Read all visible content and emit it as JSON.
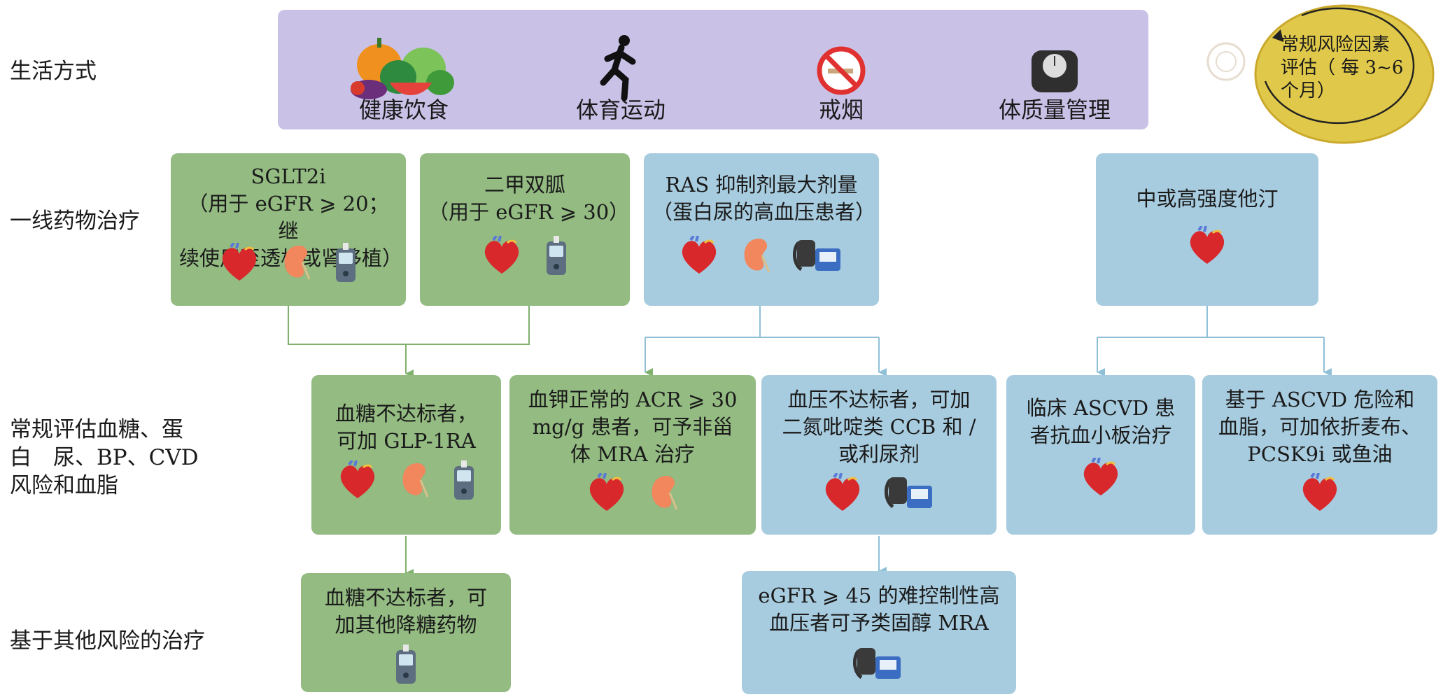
{
  "row_labels": {
    "lifestyle": "生活方式",
    "first_line": "一线药物治疗",
    "routine": "常规评估血糖、蛋\n白　尿、BP、CVD\n风险和血脂",
    "other": "基于其他风险的治疗"
  },
  "lifestyle": {
    "items": [
      {
        "label": "健康饮食",
        "icon": "vegetables-icon"
      },
      {
        "label": "体育运动",
        "icon": "running-icon"
      },
      {
        "label": "戒烟",
        "icon": "no-smoking-icon"
      },
      {
        "label": "体质量管理",
        "icon": "scale-icon"
      }
    ]
  },
  "assessment": {
    "text": "常规风险因素\n评估（ 每 3~6\n个月）"
  },
  "boxes": {
    "sglt2": {
      "text": "SGLT2i\n（用于 eGFR ⩾ 20；继\n续使用至透析或肾移植）",
      "icons": [
        "heart-icon",
        "kidney-icon",
        "glucometer-icon"
      ]
    },
    "metformin": {
      "text": "二甲双胍\n（用于 eGFR ⩾ 30）",
      "icons": [
        "heart-icon",
        "glucometer-icon"
      ]
    },
    "ras": {
      "text": "RAS 抑制剂最大剂量\n（蛋白尿的高血压患者）",
      "icons": [
        "heart-icon",
        "kidney-icon",
        "bp-monitor-icon"
      ]
    },
    "statin": {
      "text": "中或高强度他汀",
      "icons": [
        "heart-icon"
      ]
    },
    "glp1": {
      "text": "血糖不达标者，\n可加 GLP-1RA",
      "icons": [
        "heart-icon",
        "kidney-icon",
        "glucometer-icon"
      ]
    },
    "mra": {
      "text": "血钾正常的 ACR ⩾ 30\nmg/g 患者，可予非甾\n体 MRA 治疗",
      "icons": [
        "heart-icon",
        "kidney-icon"
      ]
    },
    "ccb": {
      "text": "血压不达标者，可加\n二氮吡啶类 CCB 和 /\n或利尿剂",
      "icons": [
        "heart-icon",
        "bp-monitor-icon"
      ]
    },
    "antiplatelet": {
      "text": "临床 ASCVD 患\n者抗血小板治疗",
      "icons": [
        "heart-icon"
      ]
    },
    "lipid": {
      "text": "基于 ASCVD 危险和\n血脂，可加依折麦布、\nPCSK9i 或鱼油",
      "icons": [
        "heart-icon"
      ]
    },
    "other_glucose": {
      "text": "血糖不达标者，可\n加其他降糖药物",
      "icons": [
        "glucometer-icon"
      ]
    },
    "steroidal_mra": {
      "text": "eGFR ⩾ 45 的难控制性高\n血压者可予类固醇 MRA",
      "icons": [
        "bp-monitor-icon"
      ]
    }
  },
  "colors": {
    "lifestyle_bg": "#c9c1e6",
    "green_box": "#93bb82",
    "blue_box": "#a8ccdf",
    "green_line": "#7fb06c",
    "blue_line": "#8fc0d8",
    "assessment_bg": "#e0c94a"
  }
}
